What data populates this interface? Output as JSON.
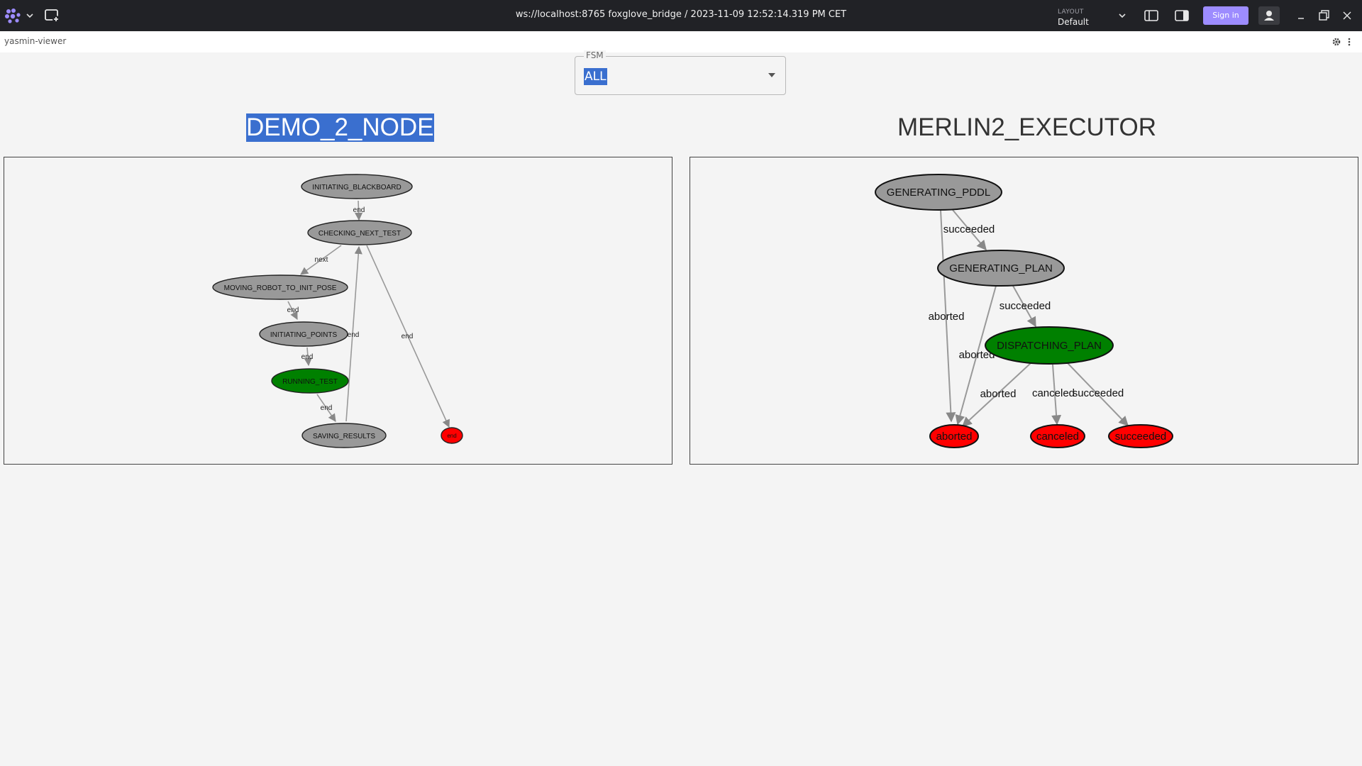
{
  "topbar": {
    "connection_title": "ws://localhost:8765 foxglove_bridge / 2023-11-09 12:52:14.319 PM CET",
    "layout_label": "LAYOUT",
    "layout_value": "Default",
    "sign_in_label": "Sign in",
    "icons": [
      "foxglove-logo-icon",
      "chevron-down-icon",
      "add-panel-icon",
      "chevron-down-icon",
      "left-sidebar-icon",
      "right-sidebar-icon",
      "user-icon",
      "minimize-icon",
      "maximize-icon",
      "close-icon"
    ]
  },
  "panel": {
    "title": "yasmin-viewer",
    "icons": [
      "gear-icon",
      "more-vertical-icon"
    ]
  },
  "fsm_select": {
    "legend": "FSM",
    "value": "ALL"
  },
  "colors": {
    "state_default": "#999999",
    "state_active": "#008000",
    "outcome": "#ff0000",
    "selection": "#3a6fcf",
    "accent": "#9d8cff"
  },
  "graphs": [
    {
      "title": "DEMO_2_NODE",
      "title_selected": true,
      "nodes": [
        {
          "id": "INITIATING_BLACKBOARD",
          "label": "INITIATING_BLACKBOARD",
          "kind": "state"
        },
        {
          "id": "CHECKING_NEXT_TEST",
          "label": "CHECKING_NEXT_TEST",
          "kind": "state"
        },
        {
          "id": "MOVING_ROBOT_TO_INIT_POSE",
          "label": "MOVING_ROBOT_TO_INIT_POSE",
          "kind": "state"
        },
        {
          "id": "INITIATING_POINTS",
          "label": "INITIATING_POINTS",
          "kind": "state"
        },
        {
          "id": "RUNNING_TEST",
          "label": "RUNNING_TEST",
          "kind": "active"
        },
        {
          "id": "SAVING_RESULTS",
          "label": "SAVING_RESULTS",
          "kind": "state"
        },
        {
          "id": "end",
          "label": "end",
          "kind": "outcome"
        }
      ],
      "edges": [
        {
          "from": "INITIATING_BLACKBOARD",
          "to": "CHECKING_NEXT_TEST",
          "label": "end"
        },
        {
          "from": "CHECKING_NEXT_TEST",
          "to": "MOVING_ROBOT_TO_INIT_POSE",
          "label": "next"
        },
        {
          "from": "CHECKING_NEXT_TEST",
          "to": "end",
          "label": "end"
        },
        {
          "from": "MOVING_ROBOT_TO_INIT_POSE",
          "to": "INITIATING_POINTS",
          "label": "end"
        },
        {
          "from": "INITIATING_POINTS",
          "to": "RUNNING_TEST",
          "label": "end"
        },
        {
          "from": "RUNNING_TEST",
          "to": "SAVING_RESULTS",
          "label": "end"
        },
        {
          "from": "SAVING_RESULTS",
          "to": "CHECKING_NEXT_TEST",
          "label": "end"
        }
      ]
    },
    {
      "title": "MERLIN2_EXECUTOR",
      "title_selected": false,
      "nodes": [
        {
          "id": "GENERATING_PDDL",
          "label": "GENERATING_PDDL",
          "kind": "state"
        },
        {
          "id": "GENERATING_PLAN",
          "label": "GENERATING_PLAN",
          "kind": "state"
        },
        {
          "id": "DISPATCHING_PLAN",
          "label": "DISPATCHING_PLAN",
          "kind": "active"
        },
        {
          "id": "aborted",
          "label": "aborted",
          "kind": "outcome"
        },
        {
          "id": "canceled",
          "label": "canceled",
          "kind": "outcome"
        },
        {
          "id": "succeeded",
          "label": "succeeded",
          "kind": "outcome"
        }
      ],
      "edges": [
        {
          "from": "GENERATING_PDDL",
          "to": "GENERATING_PLAN",
          "label": "succeeded"
        },
        {
          "from": "GENERATING_PDDL",
          "to": "aborted",
          "label": "aborted"
        },
        {
          "from": "GENERATING_PLAN",
          "to": "DISPATCHING_PLAN",
          "label": "succeeded"
        },
        {
          "from": "GENERATING_PLAN",
          "to": "aborted",
          "label": "aborted"
        },
        {
          "from": "DISPATCHING_PLAN",
          "to": "aborted",
          "label": "aborted"
        },
        {
          "from": "DISPATCHING_PLAN",
          "to": "canceled",
          "label": "canceled"
        },
        {
          "from": "DISPATCHING_PLAN",
          "to": "succeeded",
          "label": "succeeded"
        }
      ]
    }
  ]
}
